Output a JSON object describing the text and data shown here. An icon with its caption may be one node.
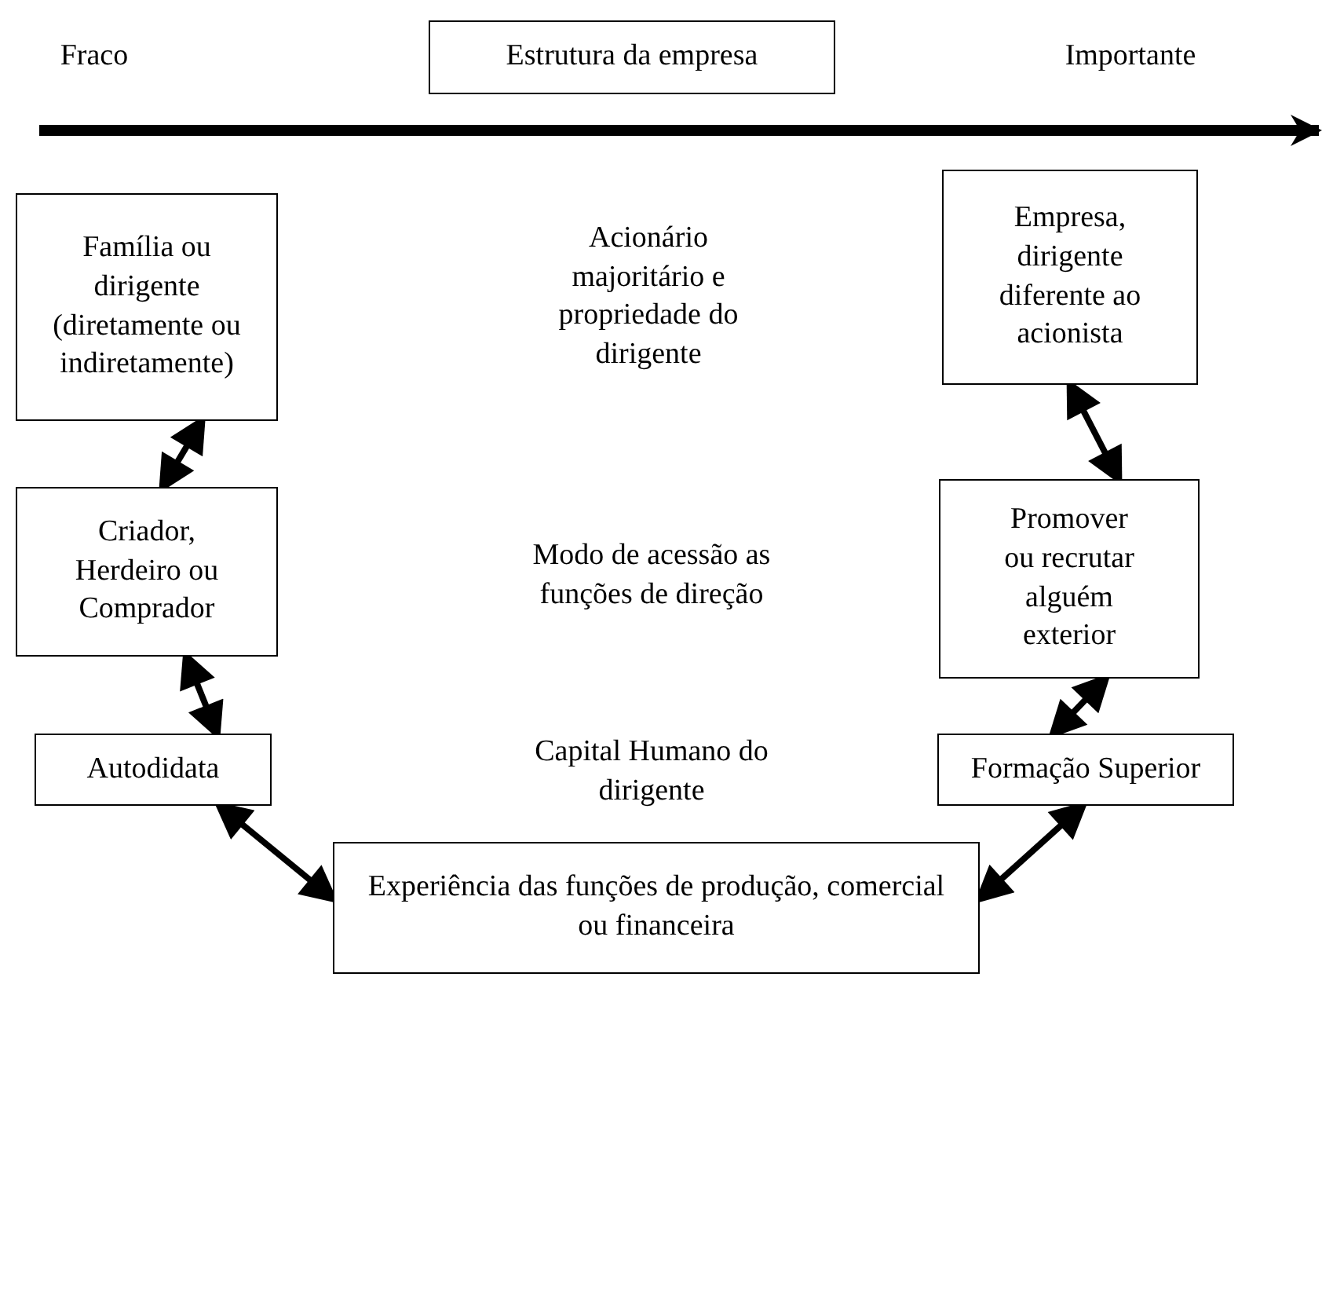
{
  "diagram": {
    "nodes": [
      {
        "text": [
          "Estrutura da empresa"
        ]
      },
      {
        "text": [
          "Família ou dirigente (diretamente ou indiretamente)"
        ]
      },
      {
        "text": [
          "Empresa, dirigente diferente ao acionista"
        ]
      },
      {
        "text": [
          "Criador, Herdeiro ou Comprador"
        ]
      },
      {
        "text": [
          "Promover ou recrutar alguém exterior"
        ]
      },
      {
        "text": [
          "Autodidata"
        ]
      },
      {
        "text": [
          "Formação Superior"
        ]
      },
      {
        "text": [
          "Experiência das funções de produção, comercial ou financeira"
        ]
      }
    ],
    "edges": [
      {
        "from": 1,
        "to": 3,
        "arrow": "both"
      },
      {
        "from": 2,
        "to": 4,
        "arrow": "both"
      },
      {
        "from": 3,
        "to": 5,
        "arrow": "both"
      },
      {
        "from": 4,
        "to": 6,
        "arrow": "both"
      },
      {
        "from": 5,
        "to": 7,
        "arrow": "both"
      },
      {
        "from": 6,
        "to": 7,
        "arrow": "both"
      }
    ],
    "labels": [
      "Fraco",
      "Importante",
      "Acionário majoritário e propriedade do dirigente",
      "Modo de acessão as funções de direção",
      "Capital Humano do dirigente"
    ]
  }
}
